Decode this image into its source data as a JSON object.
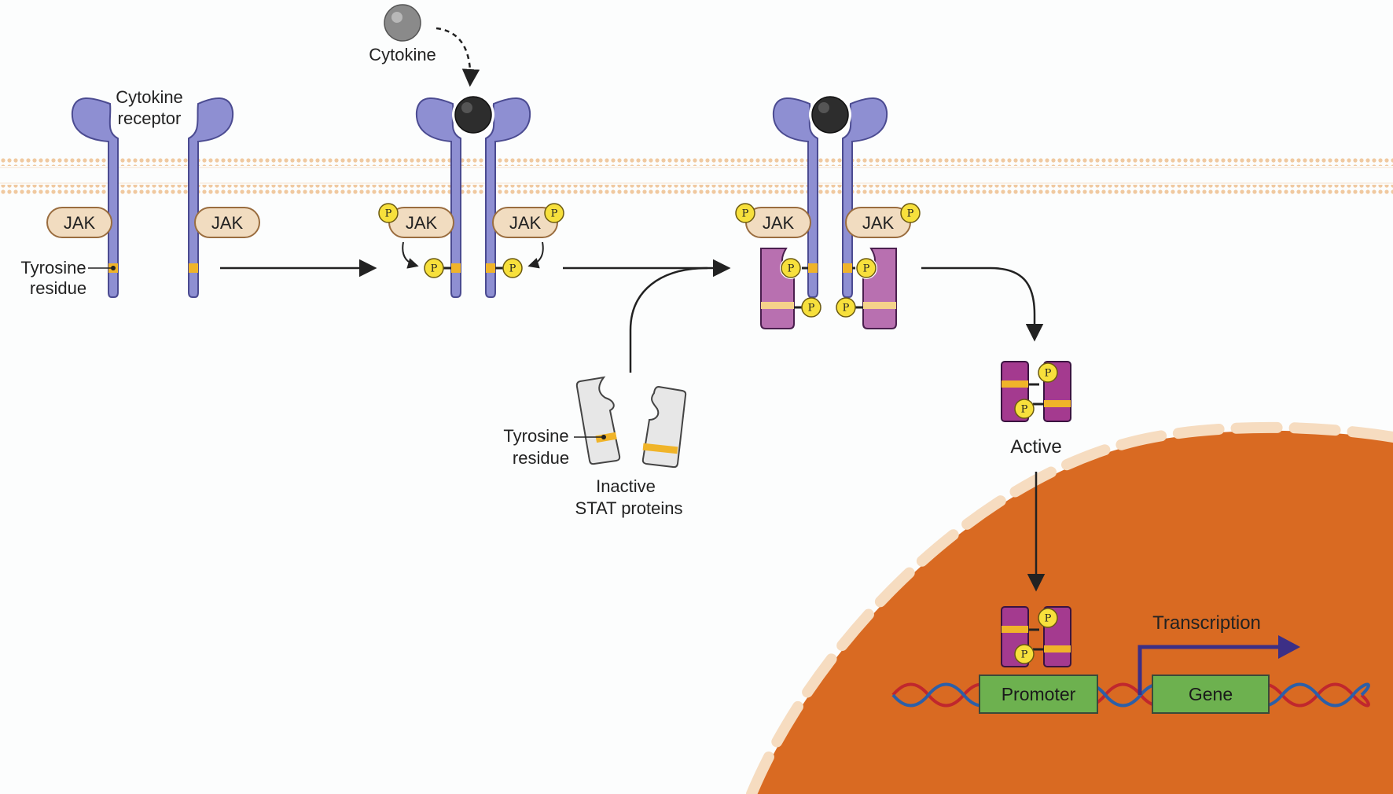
{
  "labels": {
    "cytokine": "Cytokine",
    "cytokine_receptor_1": "Cytokine",
    "cytokine_receptor_2": "receptor",
    "tyrosine_residue_1": "Tyrosine",
    "tyrosine_residue_2": "residue",
    "inactive_stat_1": "Inactive",
    "inactive_stat_2": "STAT proteins",
    "active": "Active",
    "transcription": "Transcription",
    "promoter": "Promoter",
    "gene": "Gene",
    "jak": "JAK",
    "phosphate": "P"
  },
  "colors": {
    "receptor": "#8e8fd2",
    "receptor_stroke": "#4b4b91",
    "jak_fill": "#f1dcc0",
    "jak_stroke": "#9a6d3f",
    "membrane": "#f0c9a0",
    "tyrosine": "#f0b429",
    "phosphate": "#f7e03c",
    "stat_active": "#a43a8f",
    "stat_phos": "#b870b0",
    "stat_inactive": "#e7e7e7",
    "nucleus": "#d96a22",
    "nuclear_envelope": "#f6dcc0",
    "promoter": "#6db14f",
    "dna_red": "#c0272d",
    "dna_blue": "#2c5fa8",
    "arrow_purple": "#3c2f86"
  }
}
